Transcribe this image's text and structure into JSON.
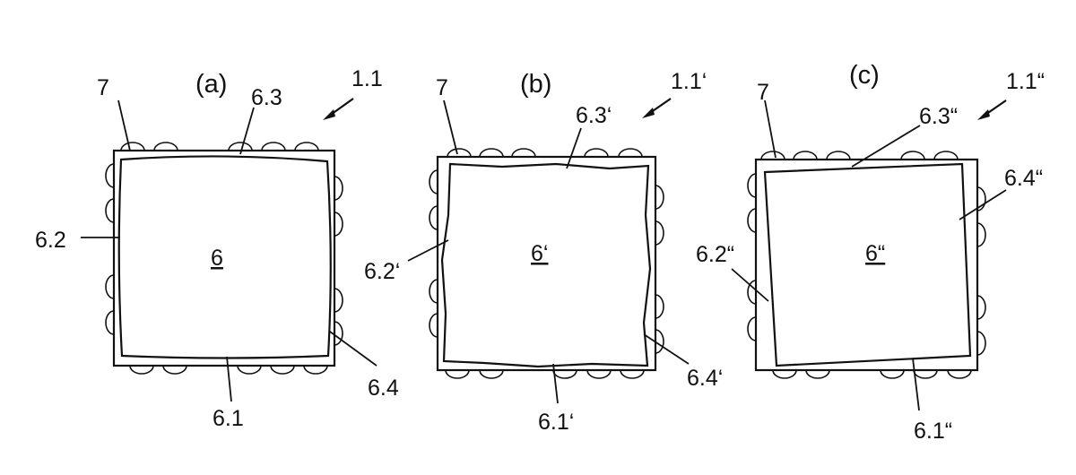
{
  "panels": [
    {
      "letter": "(a)",
      "ref": "1.1",
      "frame": "7",
      "center": "6",
      "top": "6.3",
      "left": "6.2",
      "right": "6.4",
      "bottom": "6.1"
    },
    {
      "letter": "(b)",
      "ref": "1.1‘",
      "frame": "7",
      "center": "6‘",
      "top": "6.3‘",
      "left": "6.2‘",
      "right": "6.4‘",
      "bottom": "6.1‘"
    },
    {
      "letter": "(c)",
      "ref": "1.1“",
      "frame": "7",
      "center": "6“",
      "top": "6.3“",
      "left": "6.2“",
      "right": "6.4“",
      "bottom": "6.1“"
    }
  ]
}
